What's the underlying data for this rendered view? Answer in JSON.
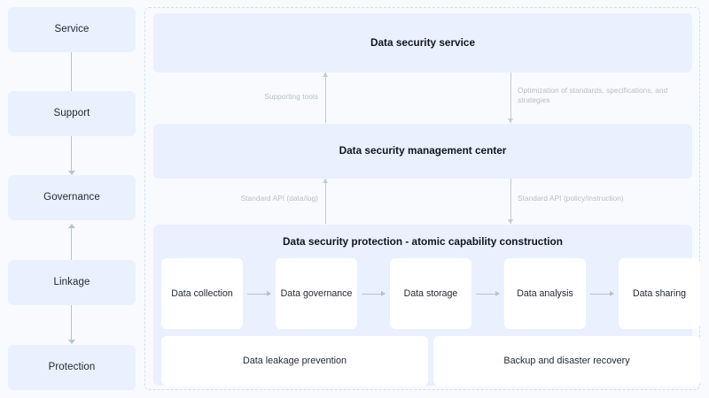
{
  "colors": {
    "page_background": "#f8fafd",
    "panel_fill": "#eaf0fd",
    "card_fill": "#ffffff",
    "dashed_border": "#cfe0f5",
    "connector": "#b9c2cf",
    "muted_text": "#b6bec9",
    "text": "#1f2733"
  },
  "sidebar": {
    "stages": [
      {
        "label": "Service"
      },
      {
        "label": "Support"
      },
      {
        "label": "Governance"
      },
      {
        "label": "Linkage"
      },
      {
        "label": "Protection"
      }
    ],
    "connectors": [
      {
        "from": "Service",
        "to": "Support",
        "direction": "none"
      },
      {
        "from": "Support",
        "to": "Governance",
        "direction": "down"
      },
      {
        "from": "Linkage",
        "to": "Governance",
        "direction": "up"
      },
      {
        "from": "Linkage",
        "to": "Protection",
        "direction": "down"
      }
    ]
  },
  "main": {
    "service_band": {
      "title": "Data security service"
    },
    "management_band": {
      "title": "Data security management center"
    },
    "protection_band": {
      "title": "Data security protection - atomic capability construction",
      "atomic_cards": [
        {
          "label": "Data collection"
        },
        {
          "label": "Data governance"
        },
        {
          "label": "Data storage"
        },
        {
          "label": "Data analysis"
        },
        {
          "label": "Data sharing"
        }
      ],
      "support_cards": [
        {
          "label": "Data leakage prevention"
        },
        {
          "label": "Backup and disaster recovery"
        }
      ]
    },
    "interface_flows": [
      {
        "id": "supporting-tools",
        "label": "Supporting tools",
        "direction": "up",
        "between": "Data security management center → Data security service"
      },
      {
        "id": "optimization-standards",
        "label": "Optimization of standards, specifications, and strategies",
        "direction": "down",
        "between": "Data security service → Data security management center"
      },
      {
        "id": "standard-api-data-log",
        "label": "Standard API (data/log)",
        "direction": "up",
        "between": "Data security protection → Data security management center"
      },
      {
        "id": "standard-api-policy-instruction",
        "label": "Standard API (policy/instruction)",
        "direction": "down",
        "between": "Data security management center → Data security protection"
      }
    ]
  }
}
